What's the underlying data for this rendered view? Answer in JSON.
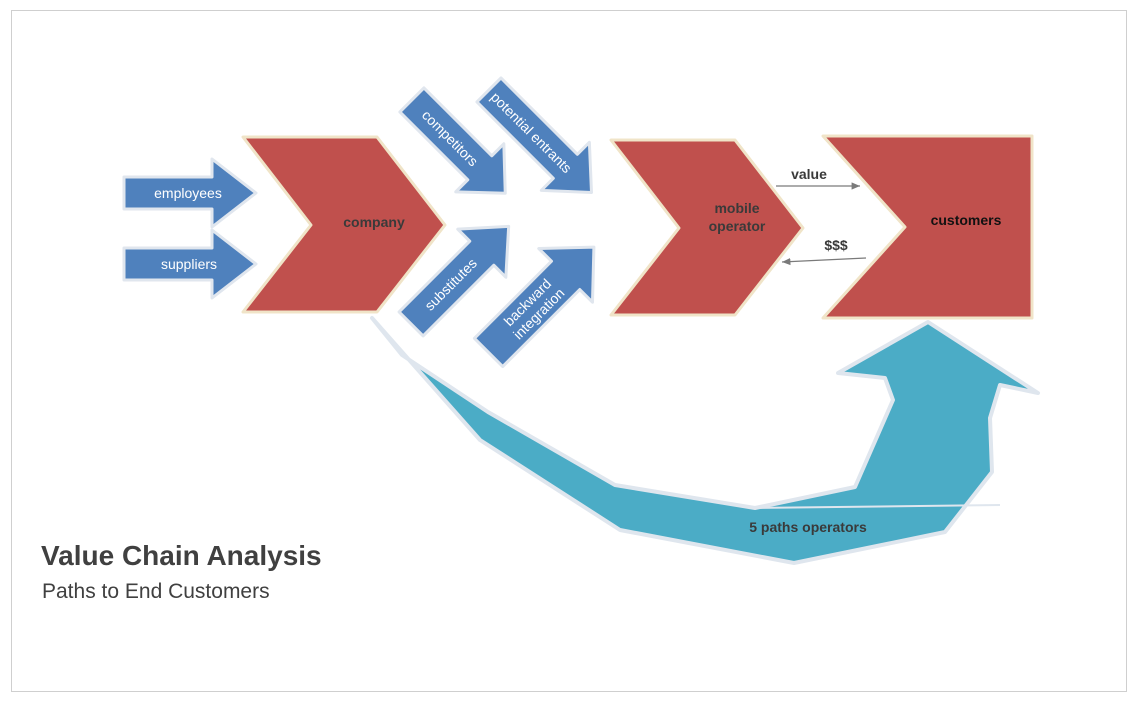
{
  "title": "Value Chain Analysis",
  "subtitle": "Paths to End Customers",
  "colors": {
    "chevron_red": "#c0504d",
    "arrow_blue": "#4f81bd",
    "curve_teal": "#4bacc6",
    "text_dark": "#404040"
  },
  "nodes": {
    "company": "company",
    "mobile_operator_line1": "mobile",
    "mobile_operator_line2": "operator",
    "customers": "customers"
  },
  "inputs": {
    "employees": "employees",
    "suppliers": "suppliers"
  },
  "forces": {
    "competitors": "competitors",
    "potential_entrants": "potential entrants",
    "substitutes": "substitutes",
    "backward_integration_line1": "backward",
    "backward_integration_line2": "integration"
  },
  "flows": {
    "value": "value",
    "money": "$$$"
  },
  "curve_label": "5 paths operators"
}
